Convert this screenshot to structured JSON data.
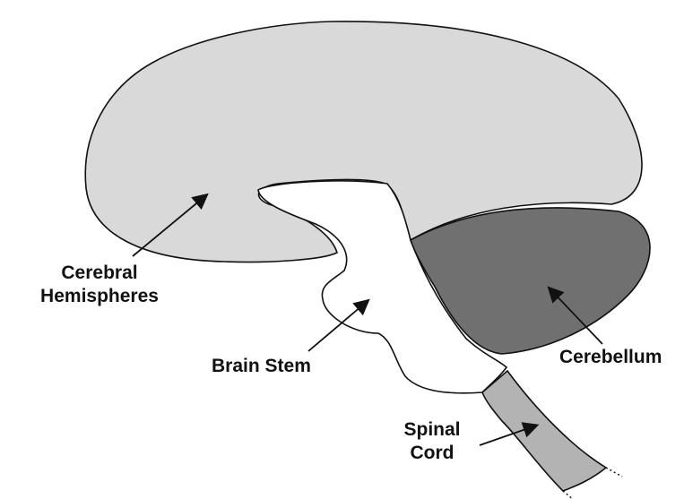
{
  "labels": {
    "cerebral_line1": "Cerebral",
    "cerebral_line2": "Hemispheres",
    "brain_stem": "Brain Stem",
    "cerebellum": "Cerebellum",
    "spinal_line1": "Spinal",
    "spinal_line2": "Cord"
  },
  "colors": {
    "cerebral_fill": "#d9d9d9",
    "cerebellum_fill": "#707070",
    "brainstem_fill": "#ffffff",
    "spinal_fill": "#b3b3b3",
    "outline": "#111111"
  }
}
